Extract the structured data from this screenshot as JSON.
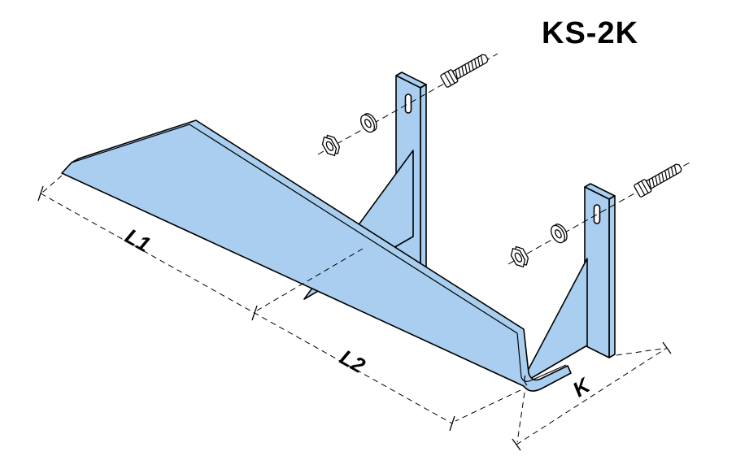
{
  "title": "KS-2K",
  "dimensions": {
    "l1": "L1",
    "l2": "L2",
    "k": "K"
  },
  "colors": {
    "part_fill": "#a9ceef",
    "outline": "#000000",
    "background": "#ffffff",
    "fastener_fill": "#ffffff"
  },
  "parts": {
    "rail": "tapered L-profile console rail",
    "plate1": "mounting plate with slot hole",
    "plate2": "mounting plate with slot hole",
    "fasteners": "hex bolt, washer, hex nut (x2)"
  }
}
